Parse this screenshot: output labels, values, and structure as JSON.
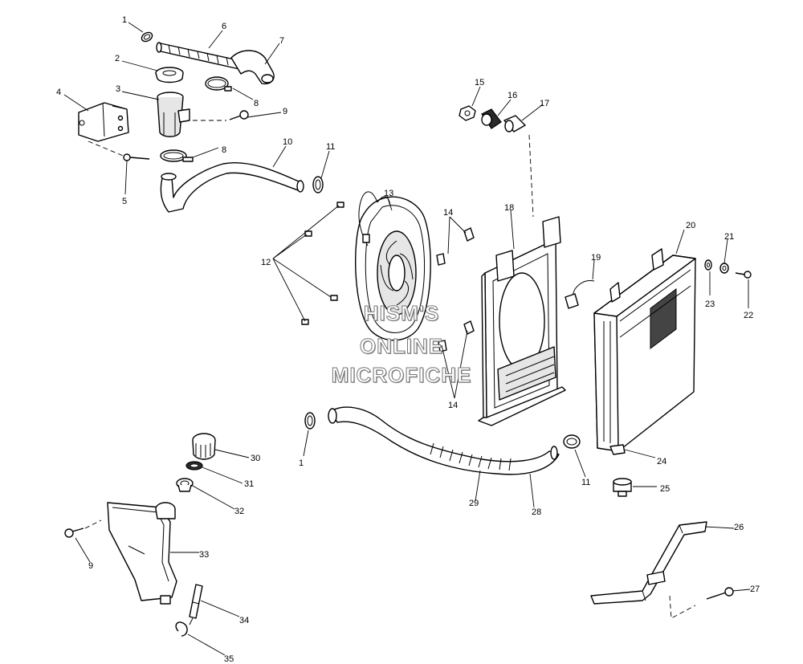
{
  "watermark": {
    "line1": "HISM'S",
    "line2": "ONLINE",
    "line3": "MICROFICHE"
  },
  "callouts": [
    {
      "id": "c1a",
      "label": "1"
    },
    {
      "id": "c2",
      "label": "2"
    },
    {
      "id": "c3",
      "label": "3"
    },
    {
      "id": "c4",
      "label": "4"
    },
    {
      "id": "c5",
      "label": "5"
    },
    {
      "id": "c6",
      "label": "6"
    },
    {
      "id": "c7",
      "label": "7"
    },
    {
      "id": "c8a",
      "label": "8"
    },
    {
      "id": "c8b",
      "label": "8"
    },
    {
      "id": "c9a",
      "label": "9"
    },
    {
      "id": "c10",
      "label": "10"
    },
    {
      "id": "c11a",
      "label": "11"
    },
    {
      "id": "c12",
      "label": "12"
    },
    {
      "id": "c13",
      "label": "13"
    },
    {
      "id": "c14a",
      "label": "14"
    },
    {
      "id": "c14b",
      "label": "14"
    },
    {
      "id": "c15",
      "label": "15"
    },
    {
      "id": "c16",
      "label": "16"
    },
    {
      "id": "c17",
      "label": "17"
    },
    {
      "id": "c18",
      "label": "18"
    },
    {
      "id": "c19",
      "label": "19"
    },
    {
      "id": "c20",
      "label": "20"
    },
    {
      "id": "c21",
      "label": "21"
    },
    {
      "id": "c22",
      "label": "22"
    },
    {
      "id": "c23",
      "label": "23"
    },
    {
      "id": "c24",
      "label": "24"
    },
    {
      "id": "c25",
      "label": "25"
    },
    {
      "id": "c26",
      "label": "26"
    },
    {
      "id": "c27",
      "label": "27"
    },
    {
      "id": "c28",
      "label": "28"
    },
    {
      "id": "c29",
      "label": "29"
    },
    {
      "id": "c1b",
      "label": "1"
    },
    {
      "id": "c11b",
      "label": "11"
    },
    {
      "id": "c30",
      "label": "30"
    },
    {
      "id": "c31",
      "label": "31"
    },
    {
      "id": "c32",
      "label": "32"
    },
    {
      "id": "c33",
      "label": "33"
    },
    {
      "id": "c9b",
      "label": "9"
    },
    {
      "id": "c34",
      "label": "34"
    },
    {
      "id": "c35",
      "label": "35"
    }
  ]
}
